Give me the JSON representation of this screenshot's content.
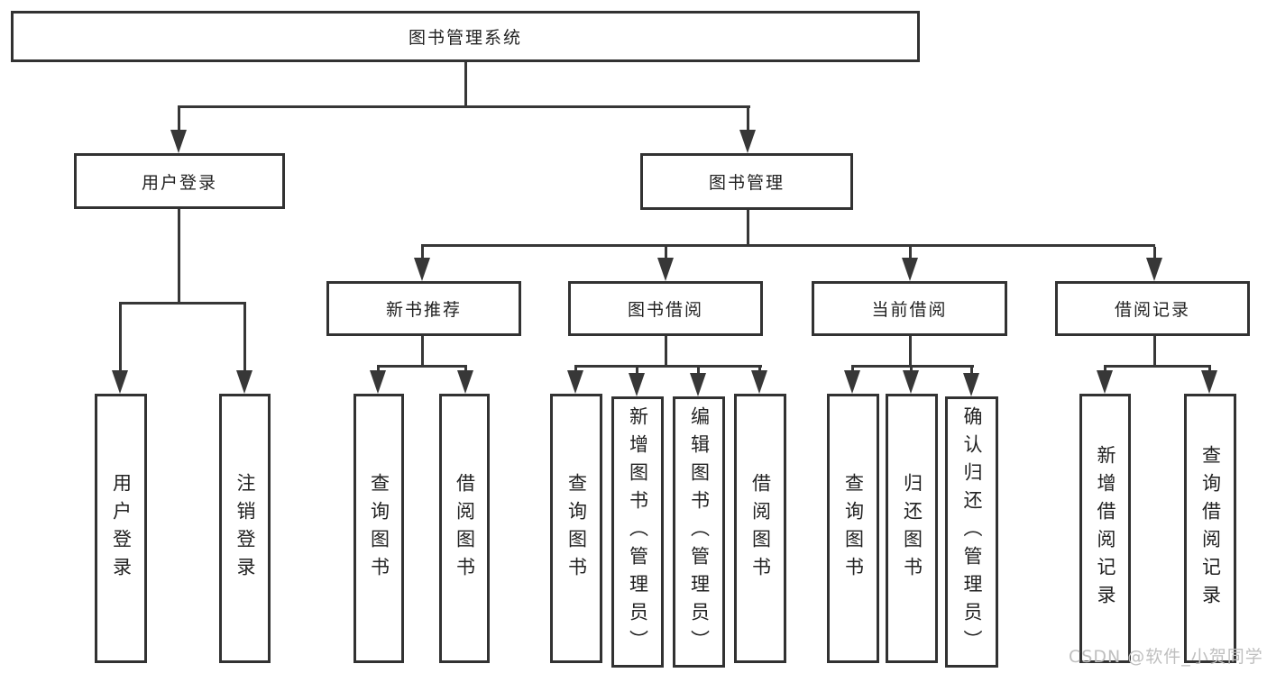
{
  "page": {
    "background": "#ffffff"
  },
  "colors": {
    "line": "#373737",
    "box_border": "#323232",
    "text": "#222222",
    "watermark": "#bfbfbf"
  },
  "watermark": "CSDN @软件_小贺同学",
  "tree": {
    "root": {
      "label": "图书管理系统"
    },
    "branches": [
      {
        "label": "用户登录",
        "children": [
          {
            "label": "用户登录"
          },
          {
            "label": "注销登录"
          }
        ]
      },
      {
        "label": "图书管理",
        "children": [
          {
            "label": "新书推荐",
            "children": [
              {
                "label": "查询图书"
              },
              {
                "label": "借阅图书"
              }
            ]
          },
          {
            "label": "图书借阅",
            "children": [
              {
                "label": "查询图书"
              },
              {
                "label": "新增图书（管理员）"
              },
              {
                "label": "编辑图书（管理员）"
              },
              {
                "label": "借阅图书"
              }
            ]
          },
          {
            "label": "当前借阅",
            "children": [
              {
                "label": "查询图书"
              },
              {
                "label": "归还图书"
              },
              {
                "label": "确认归还（管理员）"
              }
            ]
          },
          {
            "label": "借阅记录",
            "children": [
              {
                "label": "新增借阅记录"
              },
              {
                "label": "查询借阅记录"
              }
            ]
          }
        ]
      }
    ]
  }
}
